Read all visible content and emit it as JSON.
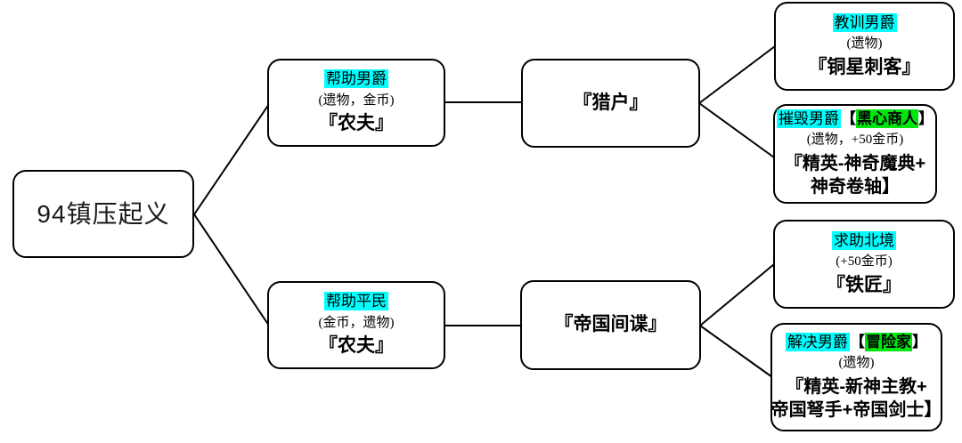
{
  "diagram": {
    "colors": {
      "highlight_cyan": "#00ffff",
      "highlight_green": "#00e60f",
      "line_color": "#000000"
    },
    "root": {
      "label": "94镇压起义"
    },
    "nodes": {
      "help_baron": {
        "action": "帮助男爵",
        "reward": "(遗物，金币)",
        "result": "『农夫』"
      },
      "hunter": {
        "result": "『猎户』"
      },
      "teach_baron": {
        "action": "教训男爵",
        "reward": "(遗物)",
        "result": "『铜星刺客』"
      },
      "destroy_baron": {
        "action": "摧毁男爵",
        "tag_open": "【",
        "tag": "黑心商人",
        "tag_close": "】",
        "reward": "(遗物，+50金币)",
        "result_lines": [
          "『精英-神奇魔典+",
          "神奇卷轴】"
        ]
      },
      "help_civilian": {
        "action": "帮助平民",
        "reward": "(金币，遗物)",
        "result": "『农夫』"
      },
      "imperial_spy": {
        "result": "『帝国间谍』"
      },
      "seek_north": {
        "action": "求助北境",
        "reward": "(+50金币)",
        "result": "『铁匠』"
      },
      "solve_baron": {
        "action": "解决男爵",
        "tag_open": "【",
        "tag": "冒险家",
        "tag_close": "】",
        "reward": "(遗物)",
        "result_lines": [
          "『精英-新神主教+",
          "帝国弩手+帝国剑士】"
        ]
      }
    }
  }
}
